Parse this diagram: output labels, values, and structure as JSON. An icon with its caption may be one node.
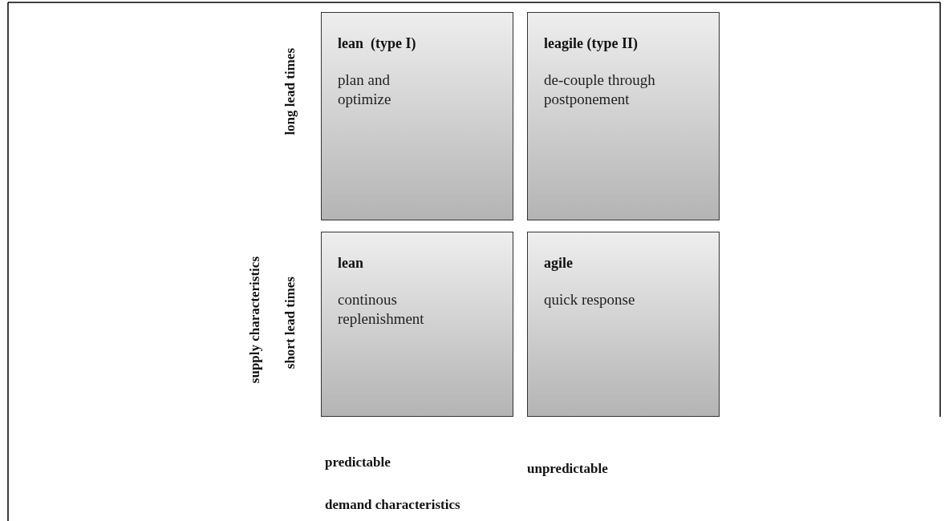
{
  "diagram": {
    "nodes": [
      {
        "text": [
          "lean  (type I)",
          "plan and optimize"
        ]
      },
      {
        "text": [
          "leagile (type II)",
          "de-couple through postponement"
        ]
      },
      {
        "text": [
          "lean",
          "continous replenishment"
        ]
      },
      {
        "text": [
          "agile",
          "quick response"
        ]
      }
    ],
    "labels": [
      "long lead times",
      "supply characteristics",
      "short lead times",
      "predictable",
      "unpredictable",
      "demand characteristics"
    ]
  }
}
